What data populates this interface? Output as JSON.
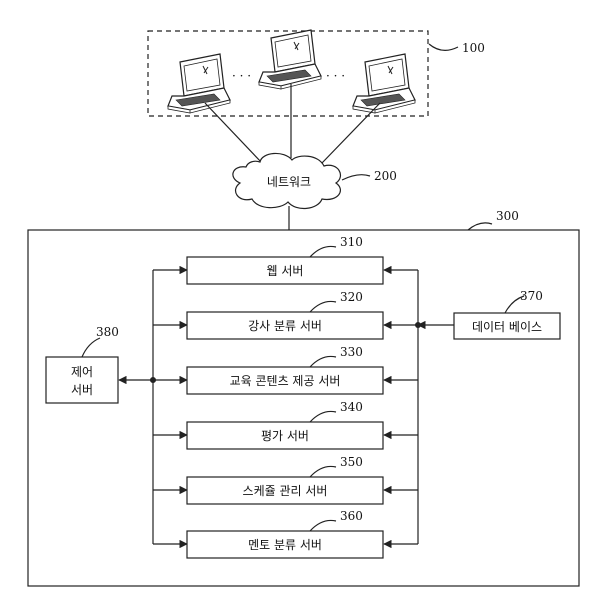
{
  "clients": {
    "ref": "100",
    "dots": [
      "· · ·",
      "· · ·"
    ]
  },
  "network": {
    "ref": "200",
    "label": "네트워크"
  },
  "system": {
    "ref": "300"
  },
  "servers": [
    {
      "ref": "310",
      "label": "웹 서버"
    },
    {
      "ref": "320",
      "label": "강사 분류 서버"
    },
    {
      "ref": "330",
      "label": "교육 콘텐츠 제공 서버"
    },
    {
      "ref": "340",
      "label": "평가 서버"
    },
    {
      "ref": "350",
      "label": "스케쥴 관리 서버"
    },
    {
      "ref": "360",
      "label": "멘토 분류 서버"
    }
  ],
  "database": {
    "ref": "370",
    "label": "데이터 베이스"
  },
  "controller": {
    "ref": "380",
    "line1": "제어",
    "line2": "서버"
  }
}
